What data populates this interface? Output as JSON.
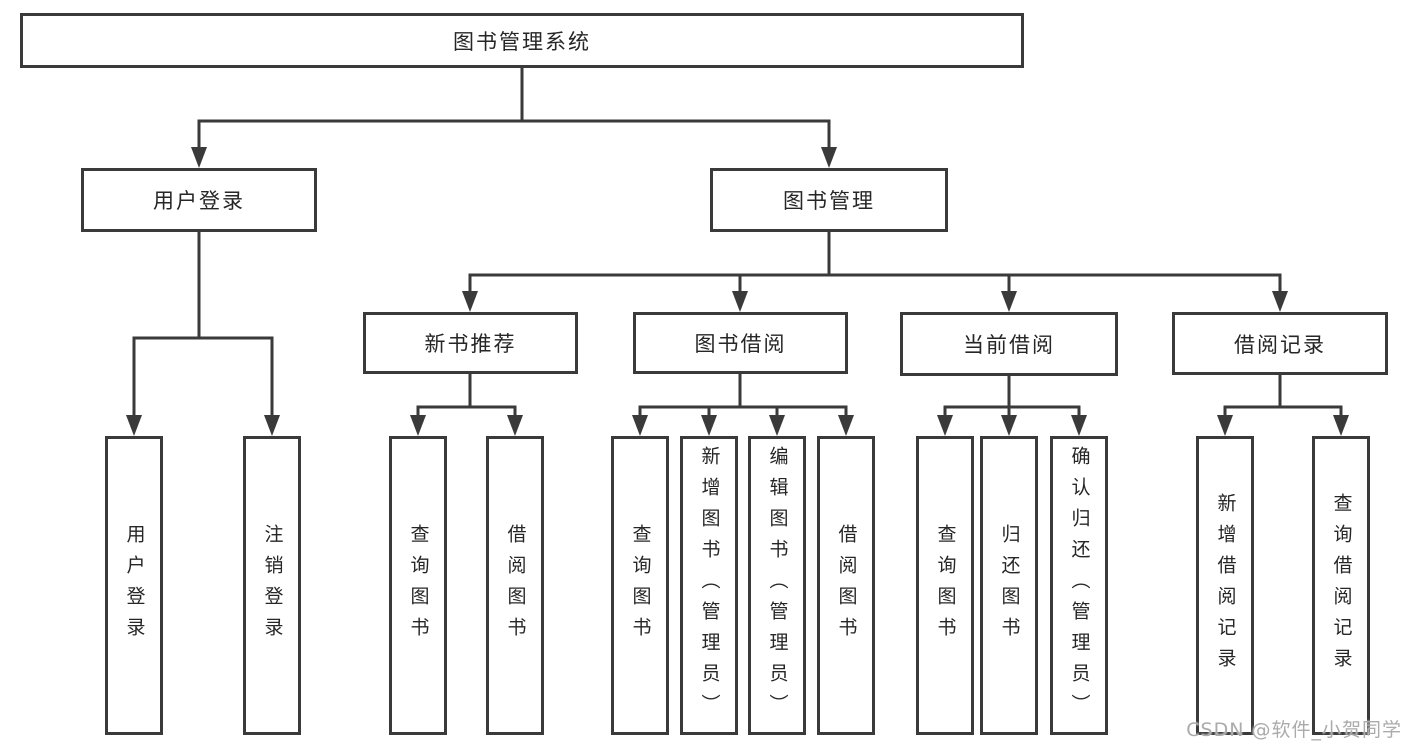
{
  "diagram": {
    "nodes": {
      "root": {
        "label": "图书管理系统"
      },
      "user_login": {
        "label": "用户登录"
      },
      "book_mgmt": {
        "label": "图书管理"
      },
      "new_book_recommend": {
        "label": "新书推荐"
      },
      "book_borrow": {
        "label": "图书借阅"
      },
      "current_borrow": {
        "label": "当前借阅"
      },
      "borrow_records": {
        "label": "借阅记录"
      },
      "leaf_user_login": {
        "label": "用户登录"
      },
      "leaf_logout": {
        "label": "注销登录"
      },
      "recommend_query_books": {
        "label": "查询图书"
      },
      "recommend_borrow_books": {
        "label": "借阅图书"
      },
      "borrow_query_books": {
        "label": "查询图书"
      },
      "borrow_add_books_admin": {
        "label": "新增图书（管理员）"
      },
      "borrow_edit_books_admin": {
        "label": "编辑图书（管理员）"
      },
      "borrow_borrow_books": {
        "label": "借阅图书"
      },
      "current_query_books": {
        "label": "查询图书"
      },
      "current_return_books": {
        "label": "归还图书"
      },
      "current_confirm_return_admin": {
        "label": "确认归还（管理员）"
      },
      "records_add_record": {
        "label": "新增借阅记录"
      },
      "records_query_record": {
        "label": "查询借阅记录"
      }
    }
  },
  "watermark": {
    "text": "CSDN @软件_小贺同学"
  },
  "colors": {
    "line": "#3a3a3a",
    "text": "#262626",
    "background": "#ffffff",
    "watermark": "#ababab"
  }
}
